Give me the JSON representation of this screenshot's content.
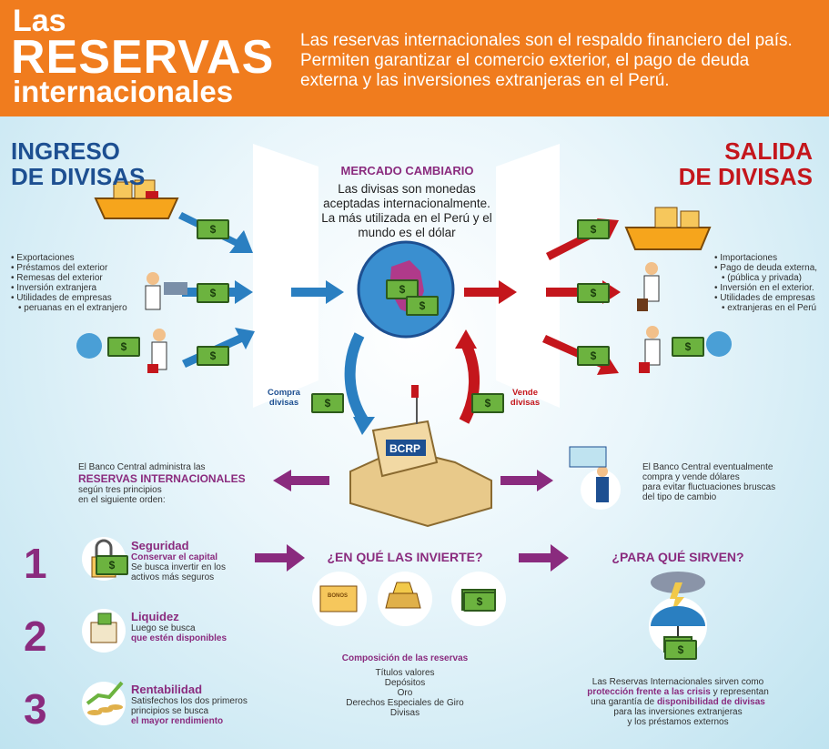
{
  "header": {
    "title_line1": "Las",
    "title_line2": "RESERVAS",
    "title_line3": "internacionales",
    "description": "Las reservas internacionales son el respaldo financiero del país. Permiten garantizar el comercio exterior, el pago de deuda externa y las inversiones extranjeras en el Perú."
  },
  "ingreso": {
    "title_line1": "INGRESO",
    "title_line2": "DE DIVISAS",
    "items": [
      "Exportaciones",
      "Préstamos del exterior",
      "Remesas del exterior",
      "Inversión extranjera",
      "Utilidades de empresas",
      "peruanas en el extranjero"
    ]
  },
  "salida": {
    "title_line1": "SALIDA",
    "title_line2": "DE DIVISAS",
    "items": [
      "Importaciones",
      "Pago de deuda externa,",
      "(pública y privada)",
      "Inversión en el exterior.",
      "Utilidades de empresas",
      "extranjeras en el Perú"
    ]
  },
  "mercado": {
    "title": "MERCADO CAMBIARIO",
    "text": "Las divisas son monedas aceptadas internacionalmente. La más utilizada en el Perú y el mundo es el dólar"
  },
  "money_symbol": "$",
  "compra": {
    "line1": "Compra",
    "line2": "divisas"
  },
  "vende": {
    "line1": "Vende",
    "line2": "divisas"
  },
  "bcrp_label": "BCRP",
  "left_admin": {
    "line1": "El Banco Central administra las",
    "highlight": "RESERVAS INTERNACIONALES",
    "line2": "según tres principios",
    "line3": "en el siguiente orden:"
  },
  "right_note": {
    "line1": "El Banco Central eventualmente",
    "line2": "compra y vende dólares",
    "line3": "para evitar fluctuaciones bruscas",
    "line4": "del tipo de cambio"
  },
  "principles": [
    {
      "number": "1",
      "title": "Seguridad",
      "subtitle": "Conservar el capital",
      "text1": "Se busca invertir en los",
      "text2": "activos más seguros",
      "emph": ""
    },
    {
      "number": "2",
      "title": "Liquidez",
      "subtitle": "",
      "text1": "Luego se busca",
      "text2": "",
      "emph": "que estén disponibles"
    },
    {
      "number": "3",
      "title": "Rentabilidad",
      "subtitle": "",
      "text1": "Satisfechos los dos primeros",
      "text2": "principios se busca",
      "emph": "el mayor rendimiento"
    }
  ],
  "invierte": {
    "title": "¿EN QUÉ LAS INVIERTE?",
    "bonos_label": "BONOS",
    "composition_title": "Composición de las reservas",
    "items": [
      "Títulos valores",
      "Depósitos",
      "Oro",
      "Derechos Especiales de Giro",
      "Divisas"
    ]
  },
  "sirven": {
    "title": "¿PARA QUÉ SIRVEN?",
    "line1": "Las Reservas Internacionales sirven como",
    "emph1": "protección frente a las crisis",
    "line2": "y representan",
    "line3": "una garantía de",
    "emph2": "disponibilidad de divisas",
    "line4": "para las inversiones extranjeras",
    "line5": "y los préstamos externos"
  },
  "colors": {
    "header": "#f07c1e",
    "blue": "#1d4f91",
    "red": "#c4161c",
    "purple": "#8a2b7e",
    "green_money": "#6cb33f"
  }
}
